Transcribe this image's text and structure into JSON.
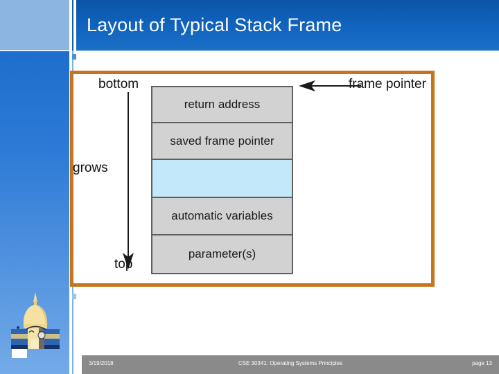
{
  "slide": {
    "title": "Layout of Typical Stack Frame"
  },
  "figure": {
    "border_color": "#c5761a",
    "labels": {
      "bottom": "bottom",
      "grows": "grows",
      "top": "top",
      "frame_pointer": "frame pointer"
    },
    "icons": {
      "grows_arrow": "down-arrow-icon",
      "frame_pointer_arrow": "left-arrow-icon"
    },
    "stack_cells": [
      {
        "label": "return address",
        "fill": "#d2d2d2"
      },
      {
        "label": "saved frame pointer",
        "fill": "#d2d2d2"
      },
      {
        "label": "",
        "fill": "#c3e8fa"
      },
      {
        "label": "automatic variables",
        "fill": "#d2d2d2"
      },
      {
        "label": "parameter(s)",
        "fill": "#d2d2d2"
      }
    ]
  },
  "footer": {
    "date": "3/19/2018",
    "course": "CSE 30341: Operating Systems Principles",
    "page": "page 13"
  },
  "theme": {
    "header_blue_top": "#0b54a8",
    "header_blue_bottom": "#1c6fc6",
    "sidebar_top": "#8cb5e2",
    "footer_gray": "#8a8a8a",
    "cell_gray": "#d2d2d2",
    "cell_highlight": "#c3e8fa"
  }
}
